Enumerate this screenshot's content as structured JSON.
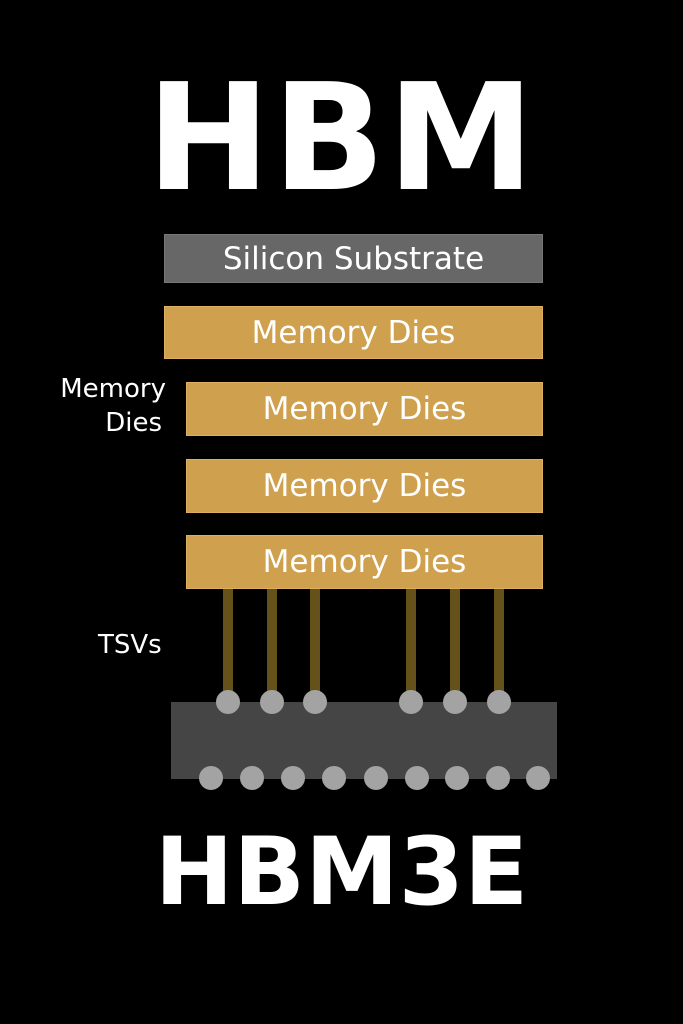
{
  "title": "HBM",
  "subtitle": "HBM3E",
  "substrate_label": "Silicon Substrate",
  "dies": [
    "Memory Dies",
    "Memory Dies",
    "Memory Dies",
    "Memory Dies"
  ],
  "side_labels": {
    "dies_line1": "Memory",
    "dies_line2": "Dies",
    "tsvs": "TSVs"
  },
  "colors": {
    "die": "#cfa04d",
    "substrate": "#676767",
    "package": "#454545",
    "tsv": "#65521a",
    "bump": "#a3a3a3"
  }
}
